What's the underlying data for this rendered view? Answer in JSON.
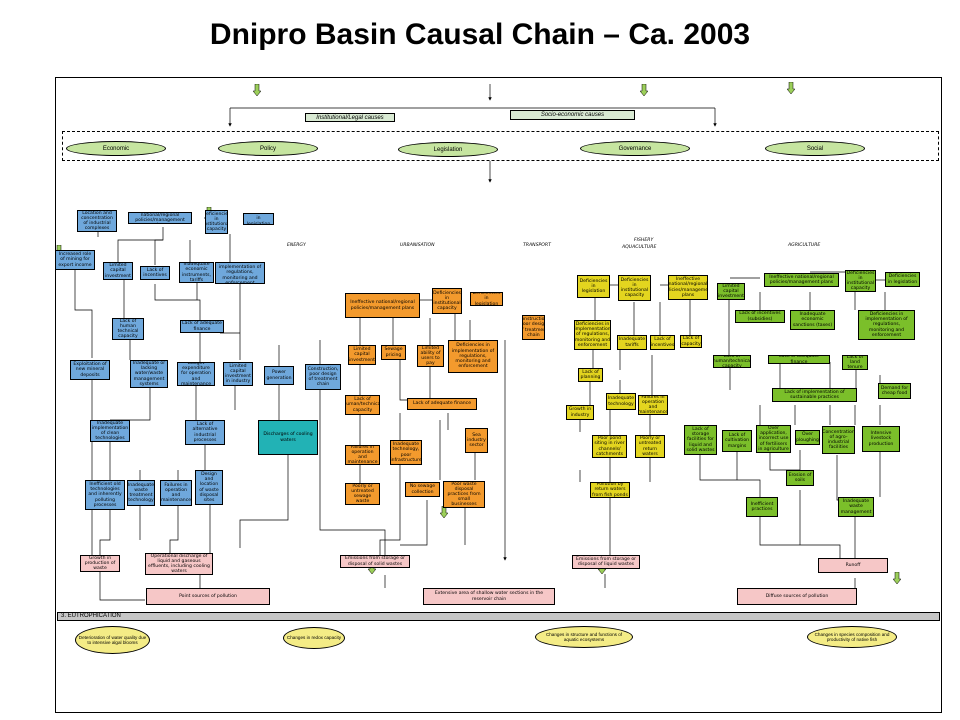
{
  "title": "Dnipro Basin Causal Chain – Ca. 2003",
  "top": {
    "institutional": "Institutional/Legal causes",
    "socio": "Socio-economic causes"
  },
  "categories": [
    "Economic",
    "Policy",
    "Legislation",
    "Governance",
    "Social"
  ],
  "sectors": {
    "energy": "ENERGY",
    "urbanisation": "URBANISATION",
    "transport": "TRANSPORT",
    "fishery": "FISHERY",
    "aquaculture": "AQUACULTURE",
    "agriculture": "AGRICULTURE"
  },
  "eutrophication": "3. EUTROPHICATION",
  "icon": "trend-arrow-icon",
  "colors": {
    "blue": "#6fa8dc",
    "orange": "#f39a2d",
    "yellow": "#e3d51f",
    "green": "#7bbf2a",
    "pink": "#f6c7c7",
    "teal": "#22b2b5"
  },
  "nodes": {
    "b1": "Location and concentration of industrial complexes",
    "b2": "Ineffective national/regional policies/management plans",
    "b3": "Deficiencies in institutional capacity",
    "b4": "Deficiencies in legislation",
    "b5": "Increased role of mining for export income",
    "b6": "Limited capital investment",
    "b7": "Lack of incentives",
    "b8": "Inadequate economic instruments, tariffs",
    "b9": "Deficiencies in implementation of regulations, monitoring and enforcement",
    "b10": "Lack of human technical capacity",
    "b11": "Lack of adequate finance",
    "b12": "Exploitation of new mineral deposits",
    "b13": "Inadequate or lacking water/waste management systems",
    "b14": "Budget expenditure for operation and maintenance",
    "b15": "Limited capital investment in industry",
    "b16": "Inadequate implementation of clean technologies",
    "b17": "Lack of alternative industrial processes",
    "b18": "Inefficient old technologies and inherently polluting processes",
    "b19": "Inadequate waste treatment technology",
    "b20": "Failures in operation and maintenance",
    "b21": "Design and location of waste disposal sites",
    "b22": "Power generation",
    "b23": "Construction, poor design of treatment chain",
    "o1": "Ineffective national/regional policies/management plans",
    "o2": "Deficiencies in institutional capacity",
    "o3": "Deficiencies in legislation",
    "o4": "Limited capital investment",
    "o5": "Sewage pricing",
    "o6": "Limited ability of users to pay",
    "o7": "Deficiencies in implementation of regulations, monitoring and enforcement",
    "o8": "Lack of human/technical capacity",
    "o9": "Lack of adequate finance",
    "o10": "Failures in operation and maintenance",
    "o11": "Inadequate technology, poor infrastructure",
    "o12": "Sea industry sector",
    "o13": "Poorly or untreated sewage waste",
    "o14": "No sewage collection",
    "o15": "Poor waste disposal practices from small businesses",
    "o16": "Discharges of cooling waters",
    "y1": "Deficiencies in legislation",
    "y2": "Deficiencies in institutional capacity",
    "y3": "Ineffective national/regional policies/management plans",
    "y4": "Deficiencies in implementation of regulations, monitoring and enforcement",
    "y5": "Inadequate tariffs",
    "y6": "Lack of incentives",
    "y7": "Lack of capacity",
    "y8": "Lack of planning",
    "y9": "Inadequate technology",
    "y10": "Failures in operation and maintenance",
    "y11": "Growth in industry",
    "y12": "Poor pond siting in river channels/ catchments",
    "y13": "Poorly or untreated return waters",
    "y14": "Pollution by return waters from fish ponds",
    "g1": "Limited capital investment",
    "g2": "Ineffective national/regional policies/management plans",
    "g3": "Deficiencies in institutional capacity",
    "g4": "Deficiencies in legislation",
    "g5": "Lack of incentives (subsidies)",
    "g6": "Inadequate economic sanctions (taxes)",
    "g7": "Deficiencies in implementation of regulations, monitoring and enforcement",
    "g8": "Lack of human/technical capacity",
    "g9": "Lack of adequate finance",
    "g10": "Lack of land tenure",
    "g11": "Demand for cheap food",
    "g12": "Lack of implementation of sustainable practices",
    "g13": "Lack of storage facilities for liquid and solid wastes",
    "g14": "Lack of cultivation margins",
    "g15": "Over application, incorrect use of fertilisers in agriculture",
    "g16": "Over ploughing",
    "g17": "Concentration of agro-industrial facilities",
    "g18": "Intensive livestock production",
    "g19": "Erosion of soils",
    "g20": "Inefficient practices",
    "g21": "Inadequate waste management",
    "p1": "Growth in production of waste",
    "p2": "Operational discharge of liquid and gaseous effluents, including cooling waters",
    "p3": "Emissions from storage or disposal of solid wastes",
    "p4": "Emissions from storage or disposal of liquid wastes",
    "p5": "Runoff",
    "w1": "Point sources of pollution",
    "w2": "Extensive area of shallow water sections in the reservoir chain",
    "w3": "Diffuse sources of pollution",
    "e1": "Deterioration of water quality due to intensive algal blooms",
    "e2": "Changes in redox capacity",
    "e3": "Changes in structure and functions of aquatic ecosystems",
    "e4": "Changes in species composition and productivity of native fish"
  }
}
